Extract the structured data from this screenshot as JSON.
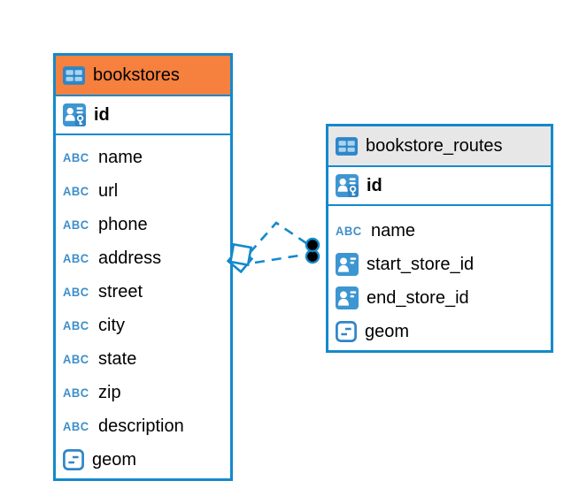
{
  "diagram": {
    "type": "entity-relationship-diagram"
  },
  "colors": {
    "accent_blue": "#1489CB",
    "bookstores_header": "#F6803E",
    "bookstore_routes_header": "#E7E7E7",
    "icon_blue": "#3D96D2",
    "text": "#000000"
  },
  "icons": {
    "abc_label": "ABC"
  },
  "tables": [
    {
      "name": "bookstores",
      "primary_key": "id",
      "fields": [
        {
          "name": "name",
          "type_icon": "text"
        },
        {
          "name": "url",
          "type_icon": "text"
        },
        {
          "name": "phone",
          "type_icon": "text"
        },
        {
          "name": "address",
          "type_icon": "text"
        },
        {
          "name": "street",
          "type_icon": "text"
        },
        {
          "name": "city",
          "type_icon": "text"
        },
        {
          "name": "state",
          "type_icon": "text"
        },
        {
          "name": "zip",
          "type_icon": "text"
        },
        {
          "name": "description",
          "type_icon": "text"
        },
        {
          "name": "geom",
          "type_icon": "geometry"
        }
      ]
    },
    {
      "name": "bookstore_routes",
      "primary_key": "id",
      "fields": [
        {
          "name": "name",
          "type_icon": "text"
        },
        {
          "name": "start_store_id",
          "type_icon": "reference"
        },
        {
          "name": "end_store_id",
          "type_icon": "reference"
        },
        {
          "name": "geom",
          "type_icon": "geometry"
        }
      ]
    }
  ],
  "relationships": [
    {
      "between": [
        "bookstores",
        "bookstore_routes"
      ],
      "line_style": "dashed",
      "line_count": 2,
      "left_marker": "diamond",
      "right_marker": "dot"
    }
  ]
}
